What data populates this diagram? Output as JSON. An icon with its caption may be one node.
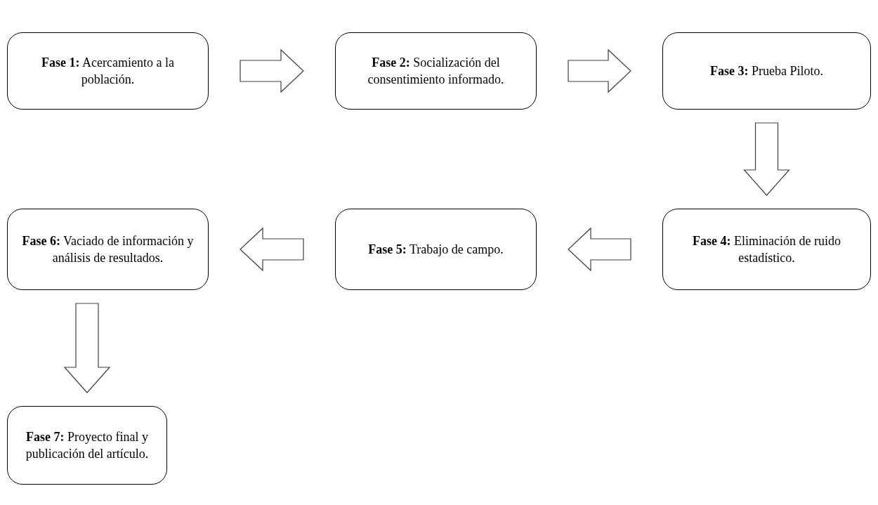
{
  "diagram": {
    "nodes": [
      {
        "text": [
          "**Fase 1:** Acercamiento a la población."
        ]
      },
      {
        "text": [
          "**Fase 2:** Socialización del consentimiento informado."
        ]
      },
      {
        "text": [
          "**Fase 3:** Prueba Piloto."
        ]
      },
      {
        "text": [
          "**Fase 4:** Eliminación de ruido estadístico."
        ]
      },
      {
        "text": [
          "**Fase 5:** Trabajo de campo."
        ]
      },
      {
        "text": [
          "**Fase 6:** Vaciado de información y análisis de resultados."
        ]
      },
      {
        "text": [
          "**Fase 7:** Proyecto final y publicación del artículo."
        ]
      }
    ],
    "edges": [
      {
        "from": 0,
        "to": 1,
        "arrow": "to"
      },
      {
        "from": 1,
        "to": 2,
        "arrow": "to"
      },
      {
        "from": 2,
        "to": 3,
        "arrow": "to"
      },
      {
        "from": 3,
        "to": 4,
        "arrow": "to"
      },
      {
        "from": 4,
        "to": 5,
        "arrow": "to"
      },
      {
        "from": 5,
        "to": 6,
        "arrow": "to"
      }
    ]
  }
}
